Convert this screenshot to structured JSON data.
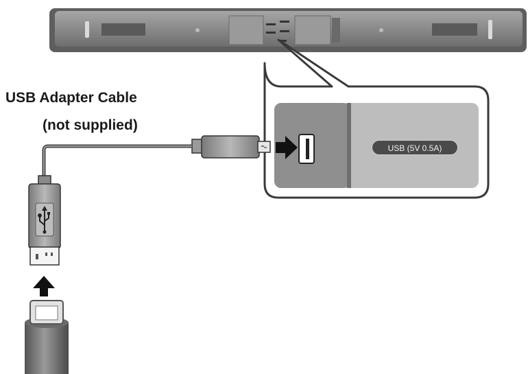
{
  "caption": {
    "line1": "USB Adapter Cable",
    "line2": "(not supplied)"
  },
  "port": {
    "label": "USB (5V 0.5A)"
  },
  "icons": {
    "usb_symbol": "usb-trident-icon",
    "arrow_right": "arrow-right-icon",
    "arrow_up": "arrow-up-icon"
  },
  "colors": {
    "soundbar_body": "#8c8c8c",
    "panel_fill": "#bdbdbd",
    "label_fill": "#4a4a4a",
    "arrow": "#111111"
  }
}
